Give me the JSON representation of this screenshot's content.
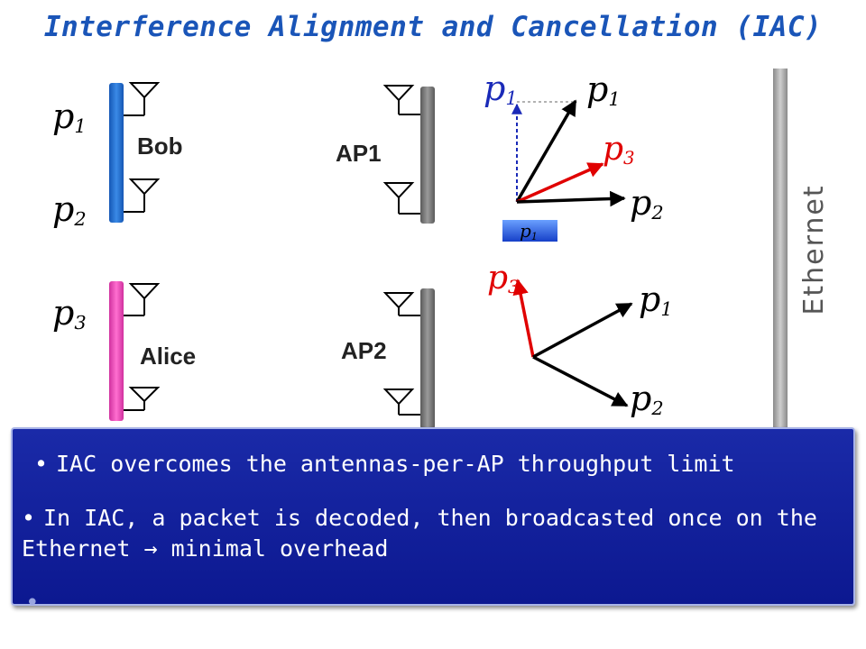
{
  "title": "Interference Alignment and Cancellation (IAC)",
  "nodes": {
    "bob": "Bob",
    "alice": "Alice",
    "ap1": "AP1",
    "ap2": "AP2"
  },
  "labels": {
    "p1": "p1",
    "p2": "p2",
    "p3": "p3"
  },
  "ethernet_label": "Ethernet",
  "bullets": [
    "IAC overcomes the antennas-per-AP throughput limit",
    "In IAC, a packet is decoded, then broadcasted once on the Ethernet  → minimal overhead"
  ],
  "colors": {
    "title": "#1a55b8",
    "bob_device": "#1e6fd0",
    "alice_device": "#ee44bb",
    "ap_device": "#808080",
    "highlight_arrow": "#e00000",
    "projection_arrow": "#1a2ab8",
    "box_background": "#1424a0"
  }
}
